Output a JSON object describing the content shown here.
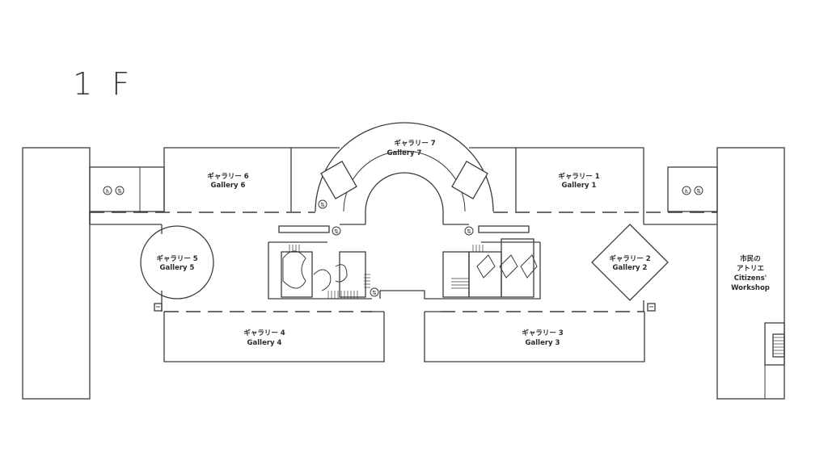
{
  "floor": "1 F",
  "rooms": {
    "gallery_1": {
      "jp": "ギャラリー 1",
      "en": "Gallery 1"
    },
    "gallery_2": {
      "jp": "ギャラリー 2",
      "en": "Gallery 2"
    },
    "gallery_3": {
      "jp": "ギャラリー 3",
      "en": "Gallery 3"
    },
    "gallery_4": {
      "jp": "ギャラリー 4",
      "en": "Gallery 4"
    },
    "gallery_5": {
      "jp": "ギャラリー 5",
      "en": "Gallery 5"
    },
    "gallery_6": {
      "jp": "ギャラリー 6",
      "en": "Gallery 6"
    },
    "gallery_7": {
      "jp": "ギャラリー 7",
      "en": "Gallery 7"
    },
    "workshop": {
      "jp_line1": "市民の",
      "jp_line2": "アトリエ",
      "en_line1": "Citizens'",
      "en_line2": "Workshop"
    }
  },
  "icons": [
    "restroom-icon",
    "elevator-icon",
    "fire-hydrant-icon",
    "stairs-icon"
  ],
  "colors": {
    "line": "#3c3c3c",
    "text": "#2a2a2a",
    "background": "#ffffff"
  }
}
